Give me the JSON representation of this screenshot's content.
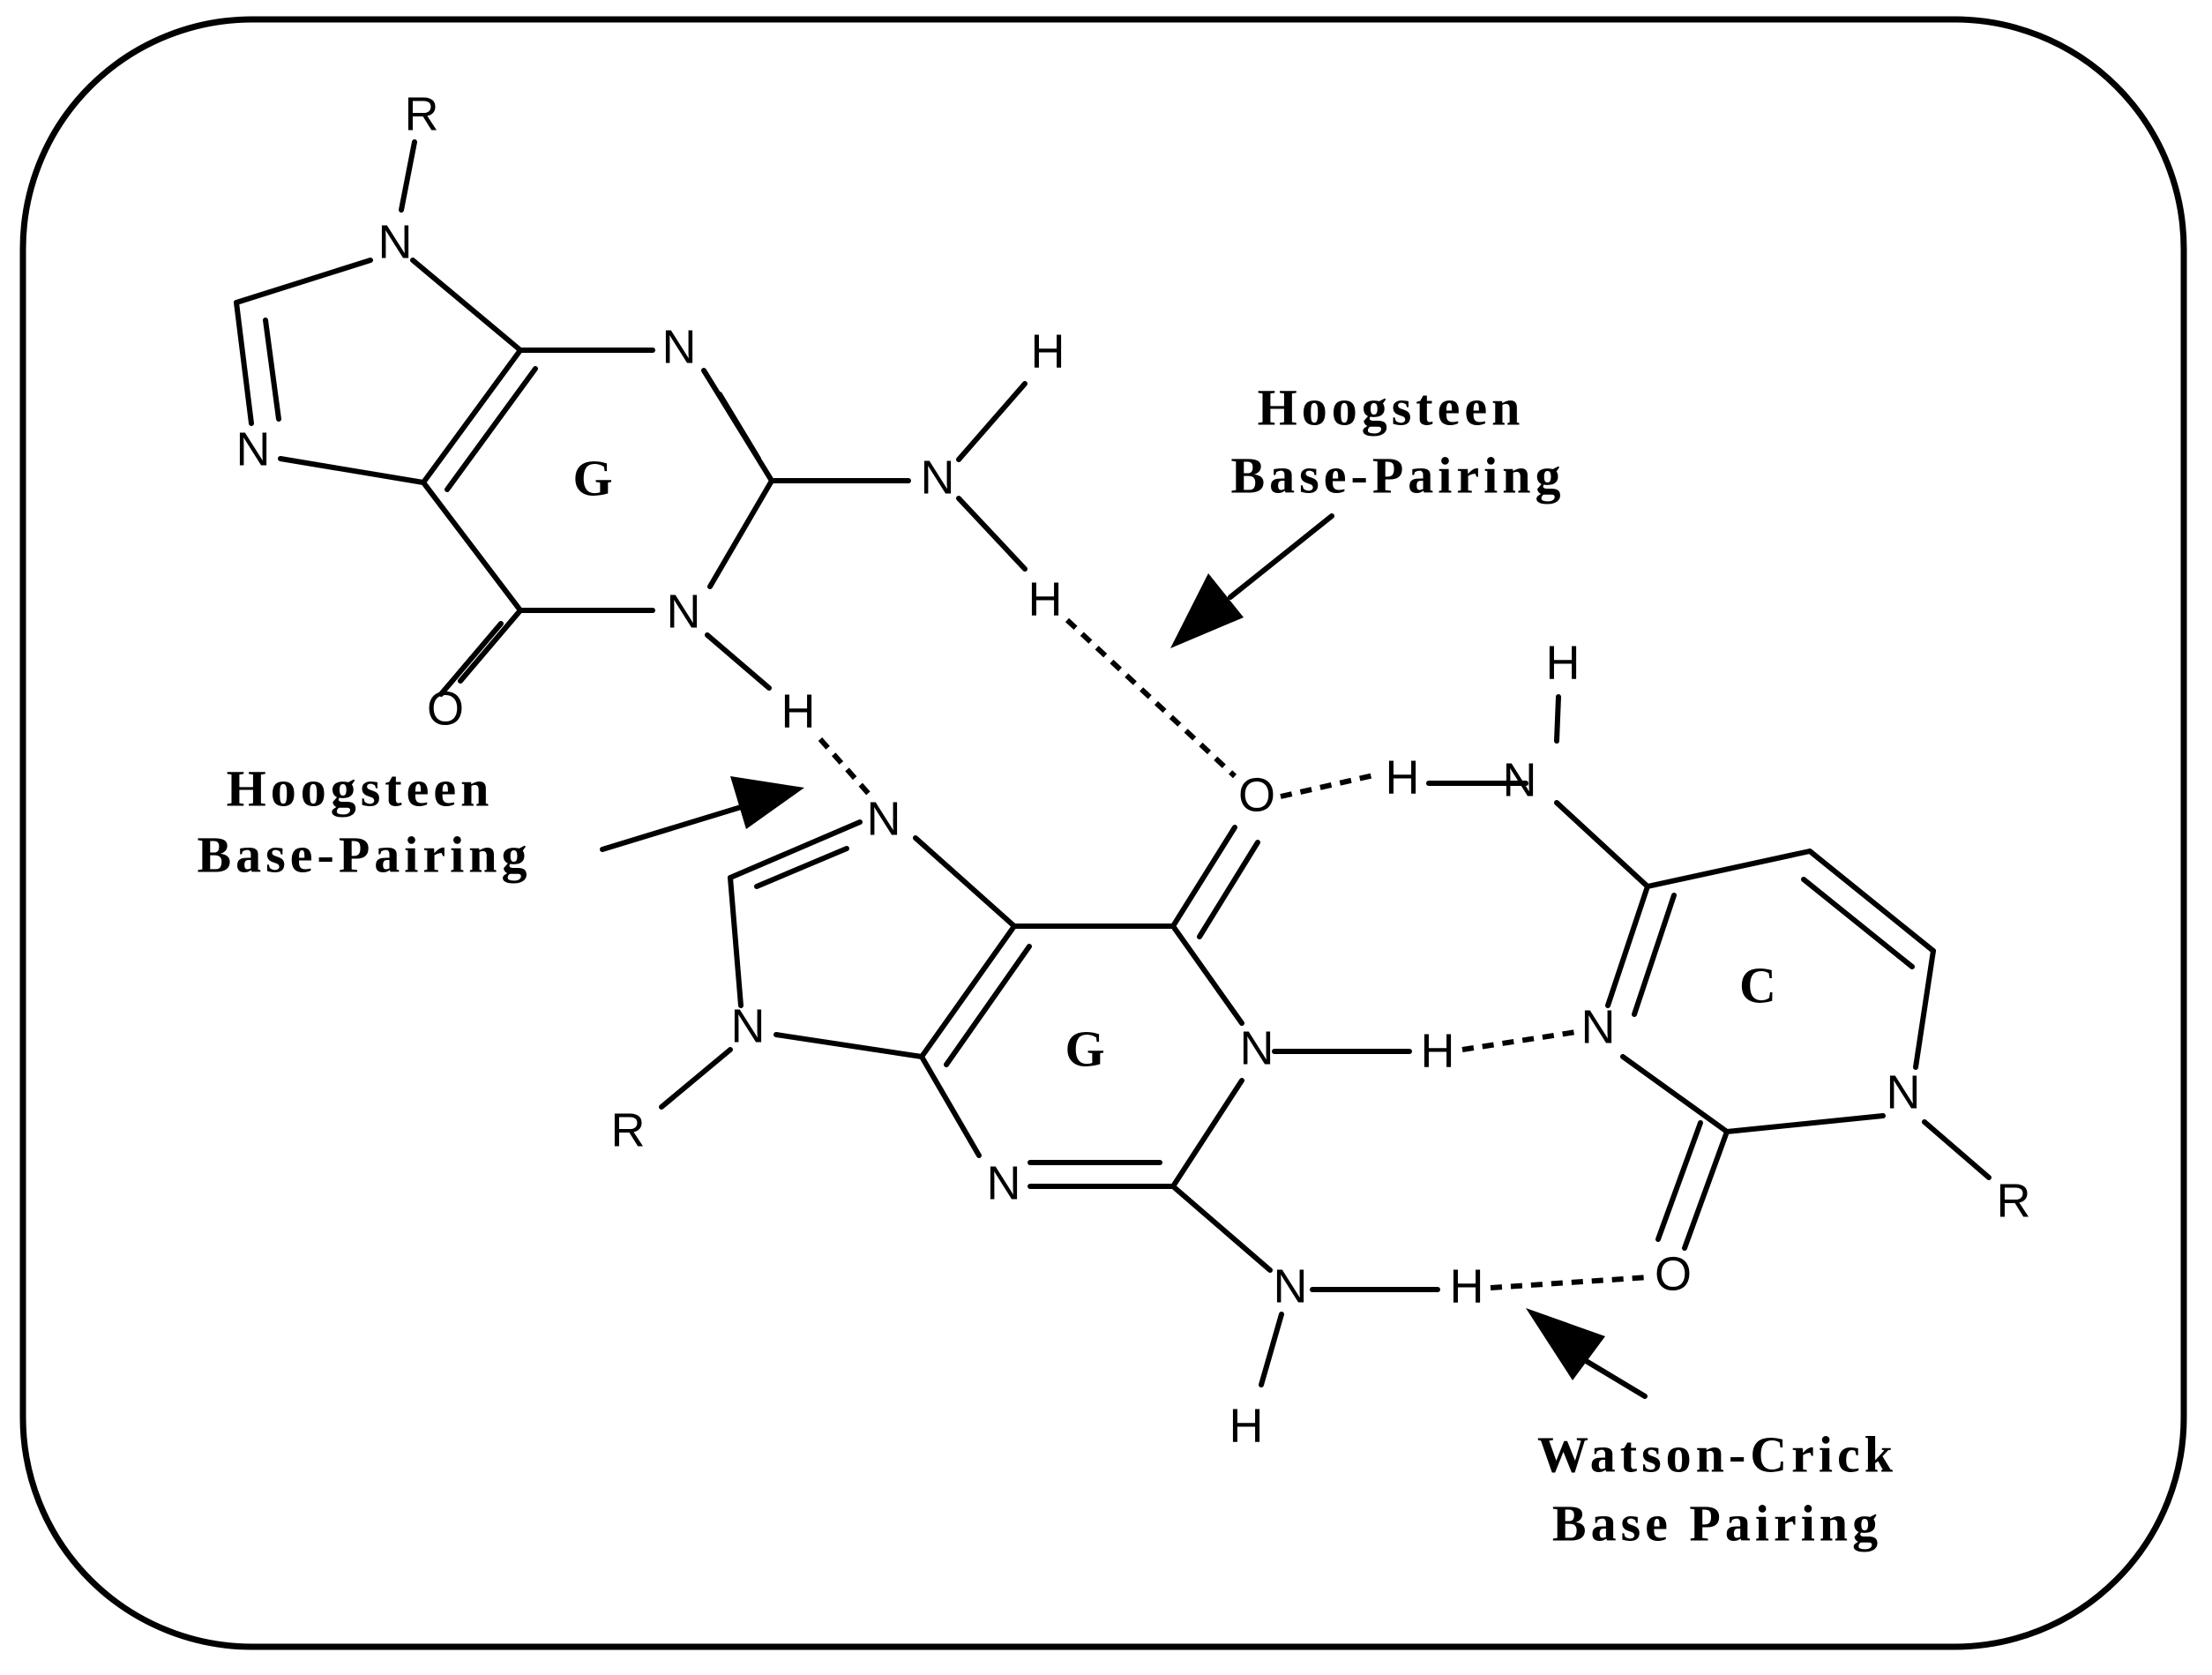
{
  "atoms": {
    "nitrogen": "N",
    "oxygen": "O",
    "hydrogen": "H",
    "r_group": "R"
  },
  "ring_labels": {
    "guanine_top": "G",
    "guanine_middle": "G",
    "cytosine": "C"
  },
  "annotations": {
    "hoogsteen_top": {
      "line1": "Hoogsteen",
      "line2": "Base-Pairing"
    },
    "hoogsteen_left": {
      "line1": "Hoogsteen",
      "line2": "Base-Pairing"
    },
    "watson_crick": {
      "line1": "Watson-Crick",
      "line2": "Base Pairing"
    }
  }
}
